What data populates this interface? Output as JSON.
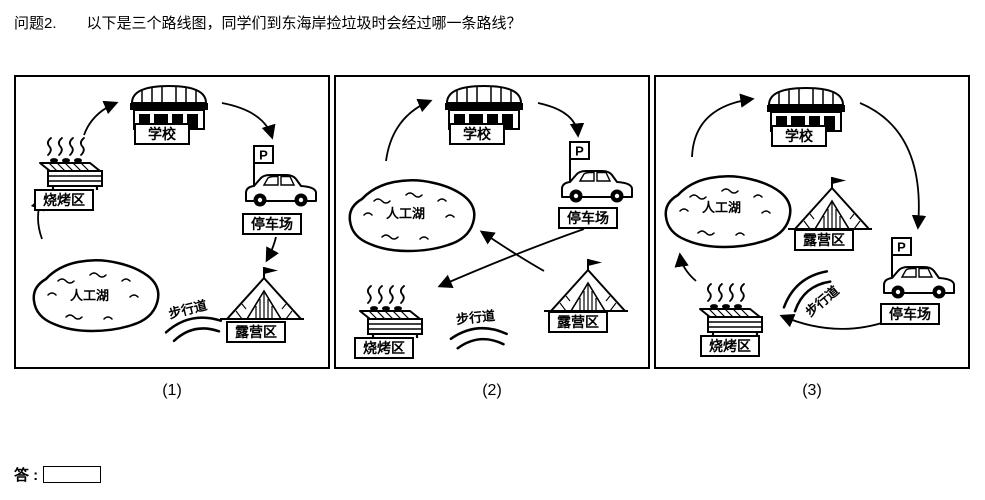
{
  "question": {
    "number": "问题2.",
    "text": "以下是三个路线图，同学们到东海岸捡垃圾时会经过哪一条路线？"
  },
  "locations": {
    "school": "学校",
    "parking": "停车场",
    "camping": "露营区",
    "bbq": "烧烤区",
    "lake": "人工湖",
    "walkway": "步行道",
    "parking_sign": "P"
  },
  "panels": [
    {
      "label": "(1)"
    },
    {
      "label": "(2)"
    },
    {
      "label": "(3)"
    }
  ],
  "answer": {
    "label": "答 :",
    "value": ""
  }
}
